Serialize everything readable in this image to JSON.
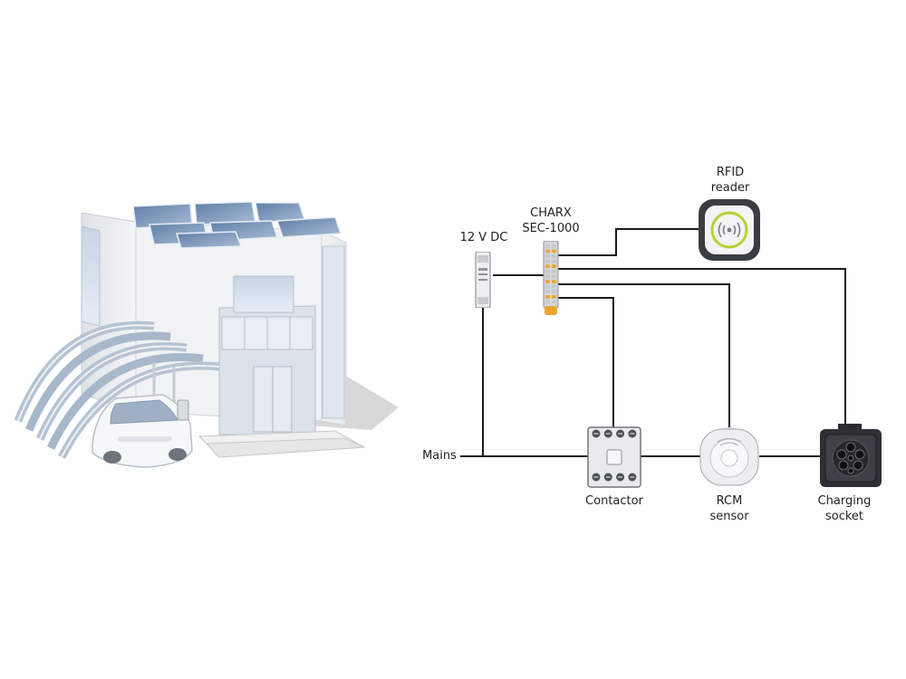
{
  "labels": {
    "rfid": [
      "RFID",
      "reader"
    ],
    "charx": [
      "CHARX",
      "SEC-1000"
    ],
    "psu": [
      "12 V DC"
    ],
    "mains": [
      "Mains"
    ],
    "contactor": [
      "Contactor"
    ],
    "rcm": [
      "RCM",
      "sensor"
    ],
    "socket": [
      "Charging",
      "socket"
    ]
  },
  "colors": {
    "wire": "#1a1a1a",
    "rfid_accent": "#b5d334",
    "charx_accent": "#e9a530",
    "charx_terminal": "#c8c8c8"
  },
  "icons": {
    "building": "house-with-solar-panels-and-carport-illustration",
    "rfid": "rfid-reader-icon",
    "charx": "charge-controller-module-icon",
    "psu": "power-supply-module-icon",
    "contactor": "contactor-icon",
    "rcm": "rcm-sensor-icon",
    "socket": "charging-socket-icon"
  }
}
